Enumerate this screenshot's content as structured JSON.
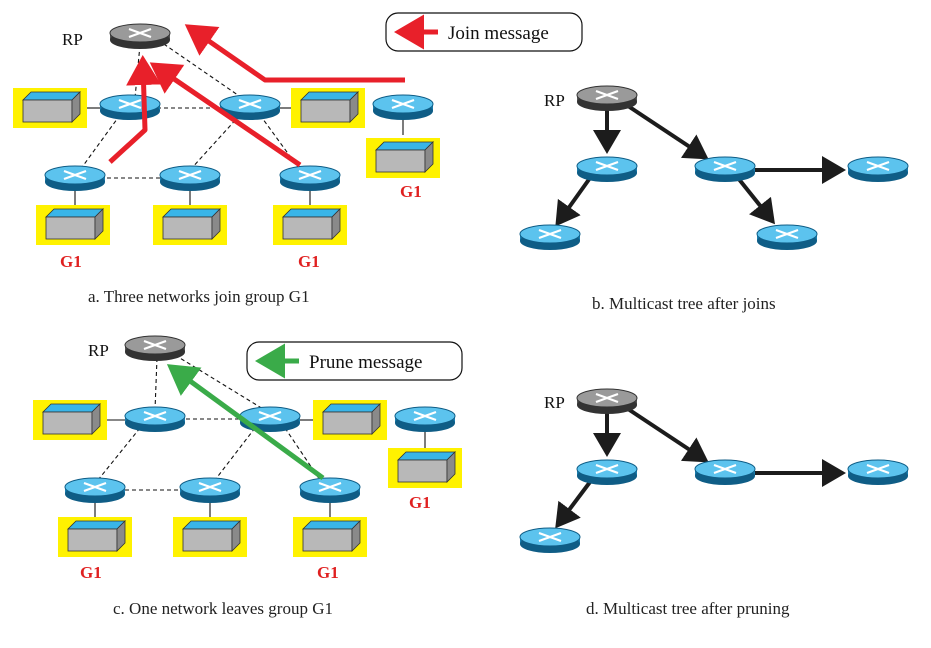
{
  "panels": {
    "a": {
      "caption": "a. Three networks join group G1",
      "rp_label": "RP",
      "legend_text": "Join message",
      "group_labels": [
        "G1",
        "G1",
        "G1"
      ]
    },
    "b": {
      "caption": "b. Multicast tree after joins",
      "rp_label": "RP"
    },
    "c": {
      "caption": "c. One network leaves group G1",
      "rp_label": "RP",
      "legend_text": "Prune message",
      "group_labels": [
        "G1",
        "G1",
        "G1"
      ]
    },
    "d": {
      "caption": "d. Multicast tree after pruning",
      "rp_label": "RP"
    }
  },
  "colors": {
    "router_fill": "#29a9e0",
    "router_top": "#5cc3ee",
    "router_edge": "#0f5d86",
    "rp_fill": "#6f6f6f",
    "rp_top": "#9a9a9a",
    "host_highlight": "#fff200",
    "host_front": "#b8b8b8",
    "host_top": "#39b5e8",
    "join_arrow": "#e8202a",
    "prune_arrow": "#3aab49",
    "tree_arrow": "#1c1c1c",
    "group_label": "#e02020"
  }
}
